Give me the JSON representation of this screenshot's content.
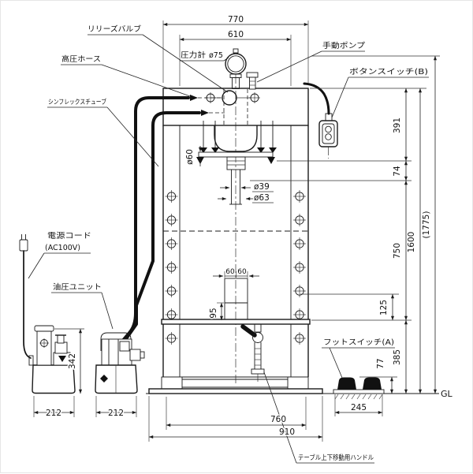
{
  "drawing": {
    "labels": {
      "release_valve": "リリーズバルブ",
      "high_pressure_hose": "高圧ホース",
      "synflex_tube": "シンフレックスチューブ",
      "pressure_gauge": "圧力計",
      "pressure_gauge_dia": "ø75",
      "manual_pump": "手動ポンプ",
      "button_switch_b": "ボタンスイッチ(B)",
      "power_cord_line1": "電源コード",
      "power_cord_line2": "(AC100V)",
      "hydraulic_unit": "油圧ユニット",
      "foot_switch_a": "フットスイッチ(A)",
      "table_handle": "テーブル上下移動用ハンドル",
      "ground_level": "GL"
    },
    "dims": {
      "overall_width": "770",
      "inner_width": "610",
      "upper_height": "391",
      "stroke_height": "74",
      "daylight_height": "750",
      "block_offset": "125",
      "frame_height": "1600",
      "total_height": "(1775)",
      "table_height": "385",
      "foot_switch_height": "77",
      "foot_switch_width": "245",
      "base_inner_width": "760",
      "base_width": "910",
      "unit_side_width": "212",
      "unit_front_width": "212",
      "unit_height": "342",
      "block_height": "95",
      "block_w1": "60",
      "block_w2": "60",
      "ram_dia": "ø60",
      "rod_dia": "ø39",
      "sleeve_dia": "ø63"
    },
    "colors": {
      "line": "#1b1b1b",
      "background": "#ffffff"
    }
  }
}
